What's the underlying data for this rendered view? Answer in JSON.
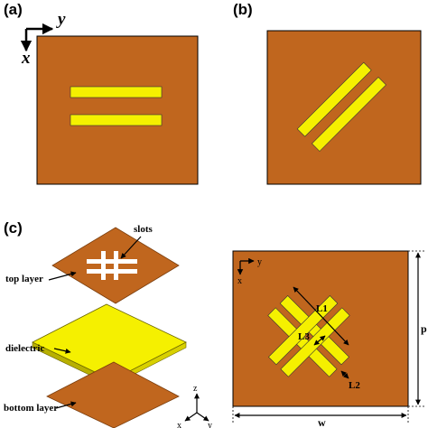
{
  "panels": {
    "a": {
      "label": "(a)",
      "axis_x": "x",
      "axis_y": "y"
    },
    "b": {
      "label": "(b)"
    },
    "c": {
      "label": "(c)",
      "layers": {
        "slots": "slots",
        "top": "top layer",
        "dielectric": "dielectric",
        "bottom": "bottom layer"
      },
      "axes3d": {
        "z": "z",
        "x": "x",
        "y": "y"
      }
    },
    "d": {
      "axis_x": "x",
      "axis_y": "y",
      "dims": {
        "L1": "L1",
        "L2": "L2",
        "L3": "L3",
        "w": "w",
        "p": "p"
      }
    }
  },
  "colors": {
    "copper": "#C0661E",
    "slot_yellow": "#F5F000",
    "dielectric_side": "#B8B000",
    "white": "#FFFFFF"
  }
}
